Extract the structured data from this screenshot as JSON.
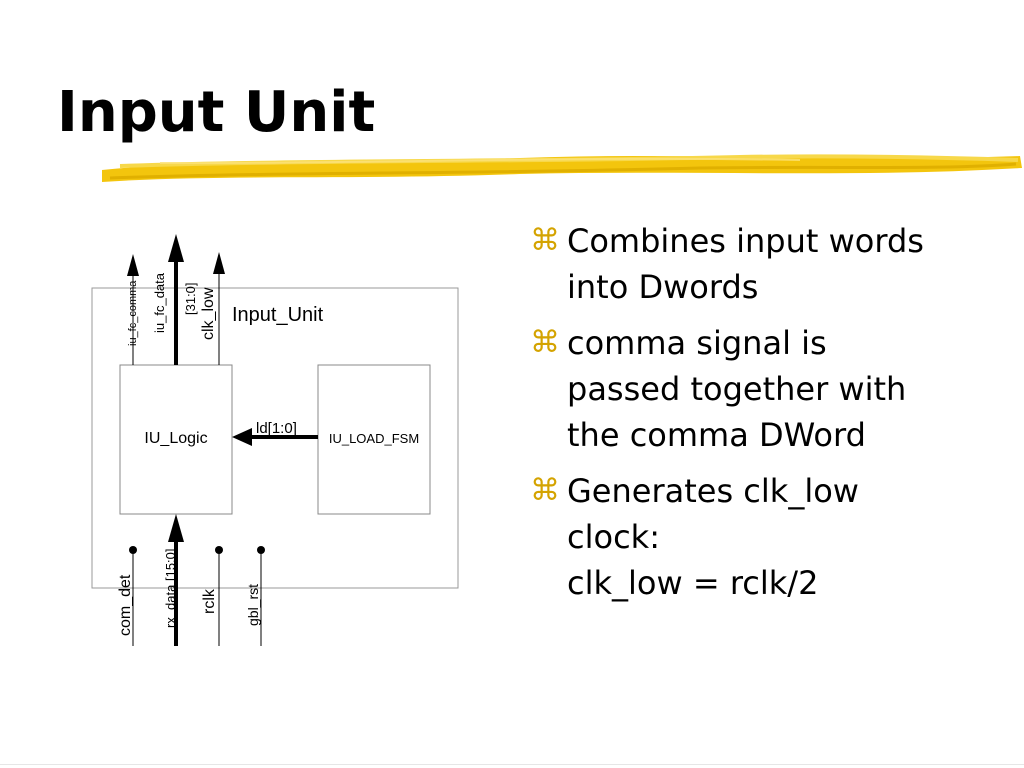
{
  "title": "Input Unit",
  "colors": {
    "accent": "#f2c200",
    "bullet_icon": "#d4a300"
  },
  "bullet_icon": "⌘",
  "bullets": [
    {
      "lines": [
        "Combines input words",
        "into Dwords"
      ]
    },
    {
      "lines": [
        "comma signal is",
        "passed together with",
        "the comma DWord"
      ]
    },
    {
      "lines": [
        "Generates clk_low",
        "clock:",
        "clk_low = rclk/2"
      ]
    }
  ],
  "diagram": {
    "outer_label": "Input_Unit",
    "logic_label": "IU_Logic",
    "fsm_label": "IU_LOAD_FSM",
    "internal_signal": "ld[1:0]",
    "outputs": [
      "iu_fc_comma",
      "iu_fc_data",
      "[31:0]",
      "clk_low"
    ],
    "inputs": [
      "com_det",
      "rx_data [15:0]",
      "rclk",
      "gbl_rst"
    ]
  }
}
